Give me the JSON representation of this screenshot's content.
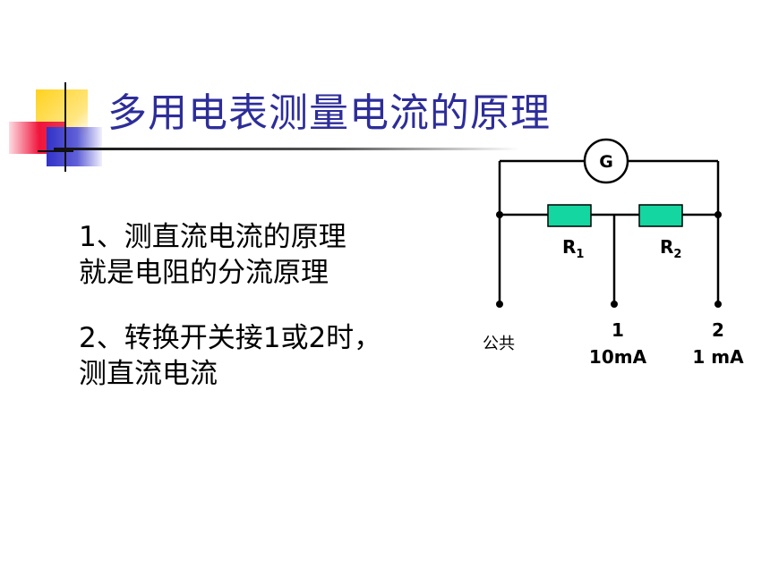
{
  "title": "多用电表测量电流的原理",
  "points": [
    {
      "line1": "1、测直流电流的原理",
      "line2": "就是电阻的分流原理"
    },
    {
      "line1": "2、转换开关接1或2时，",
      "line2": "测直流电流"
    }
  ],
  "diagram": {
    "meter_label": "G",
    "resistors": [
      {
        "letter": "R",
        "sub": "1"
      },
      {
        "letter": "R",
        "sub": "2"
      }
    ],
    "terminals": [
      {
        "name": "公共",
        "value": ""
      },
      {
        "name": "1",
        "value": "10mA"
      },
      {
        "name": "2",
        "value": "1 mA"
      }
    ],
    "colors": {
      "resistor_fill": "#14d6a0",
      "wire": "#000000"
    }
  },
  "colors": {
    "title": "#2d2d9a",
    "deco_yellow": "#ffd21e",
    "deco_red": "#f0143c",
    "deco_blue": "#3232c8"
  }
}
